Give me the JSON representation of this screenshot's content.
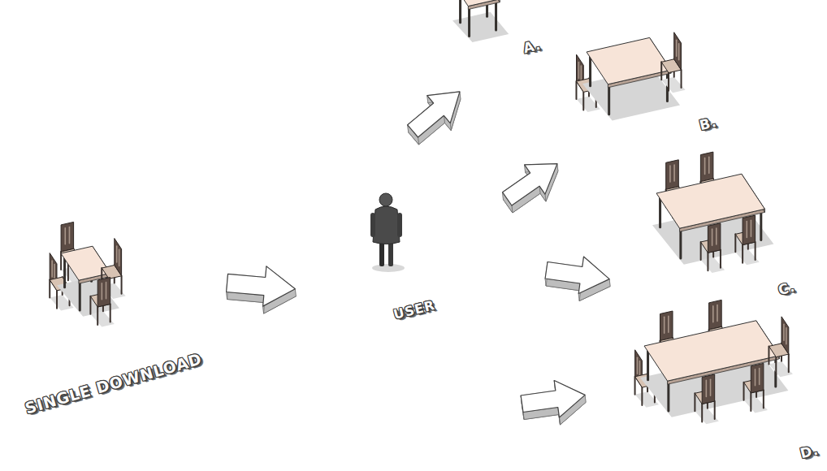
{
  "diagram": {
    "labels": [
      "SINGLE DOWNLOAD",
      "USER",
      "A.",
      "B.",
      "C.",
      "D."
    ]
  }
}
